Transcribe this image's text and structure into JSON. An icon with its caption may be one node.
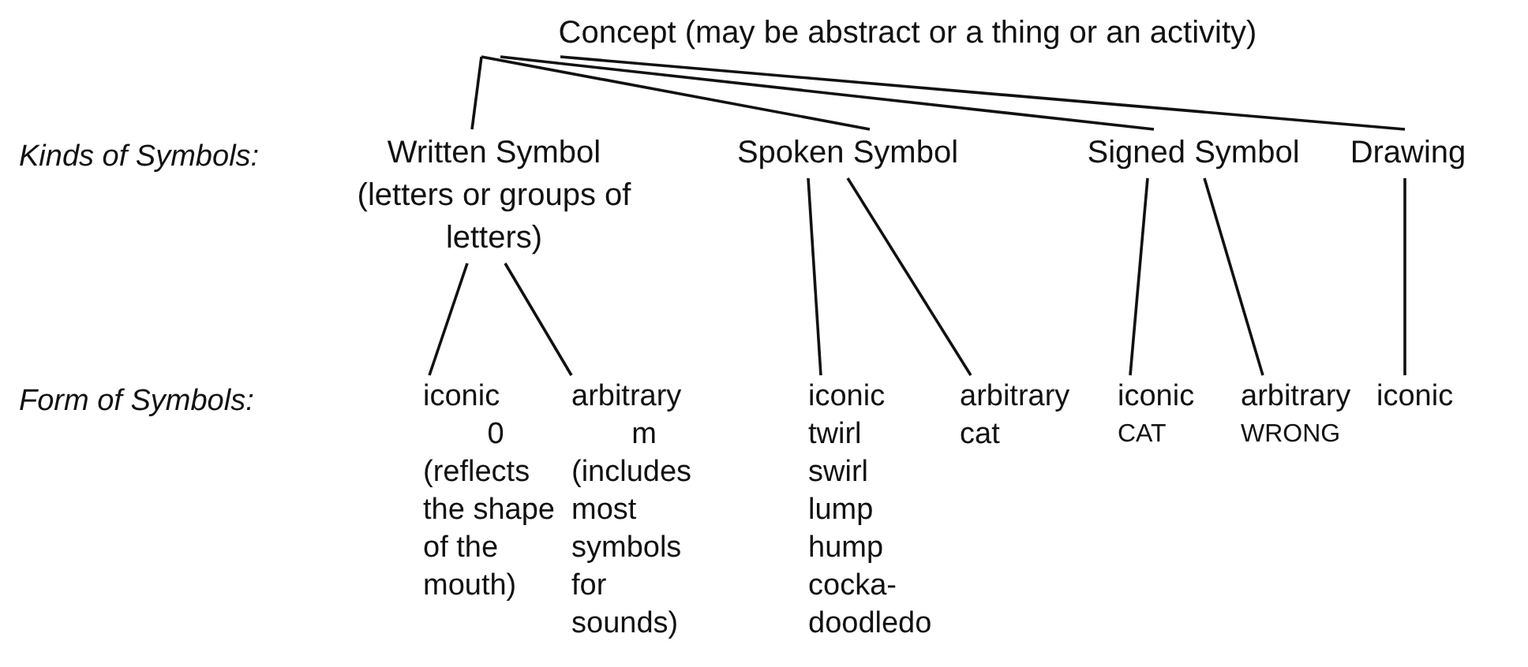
{
  "diagram": {
    "nodes": [
      {
        "text": [
          "Concept (may be abstract or a thing or an activity)"
        ]
      },
      {
        "text": [
          "Written Symbol",
          "(letters or groups of letters)"
        ]
      },
      {
        "text": [
          "Spoken Symbol"
        ]
      },
      {
        "text": [
          "Signed Symbol"
        ]
      },
      {
        "text": [
          "Drawing"
        ]
      },
      {
        "text": [
          "iconic",
          "0",
          "(reflects the shape of the mouth)"
        ]
      },
      {
        "text": [
          "arbitrary",
          "m",
          "(includes most symbols for sounds)"
        ]
      },
      {
        "text": [
          "iconic",
          "twirl",
          "swirl",
          "lump",
          "hump",
          "cocka-doodledo"
        ]
      },
      {
        "text": [
          "arbitrary",
          "cat"
        ]
      },
      {
        "text": [
          "iconic",
          "CAT"
        ]
      },
      {
        "text": [
          "arbitrary",
          "WRONG"
        ]
      },
      {
        "text": [
          "iconic"
        ]
      }
    ],
    "edges": [
      {
        "from": 0,
        "to": 1,
        "arrow": "none"
      },
      {
        "from": 0,
        "to": 2,
        "arrow": "none"
      },
      {
        "from": 0,
        "to": 3,
        "arrow": "none"
      },
      {
        "from": 0,
        "to": 4,
        "arrow": "none"
      },
      {
        "from": 1,
        "to": 5,
        "arrow": "none"
      },
      {
        "from": 1,
        "to": 6,
        "arrow": "none"
      },
      {
        "from": 2,
        "to": 7,
        "arrow": "none"
      },
      {
        "from": 2,
        "to": 8,
        "arrow": "none"
      },
      {
        "from": 3,
        "to": 9,
        "arrow": "none"
      },
      {
        "from": 3,
        "to": 10,
        "arrow": "none"
      },
      {
        "from": 4,
        "to": 11,
        "arrow": "none"
      }
    ],
    "labels": [
      "Kinds of Symbols:",
      "Form of Symbols:"
    ]
  }
}
